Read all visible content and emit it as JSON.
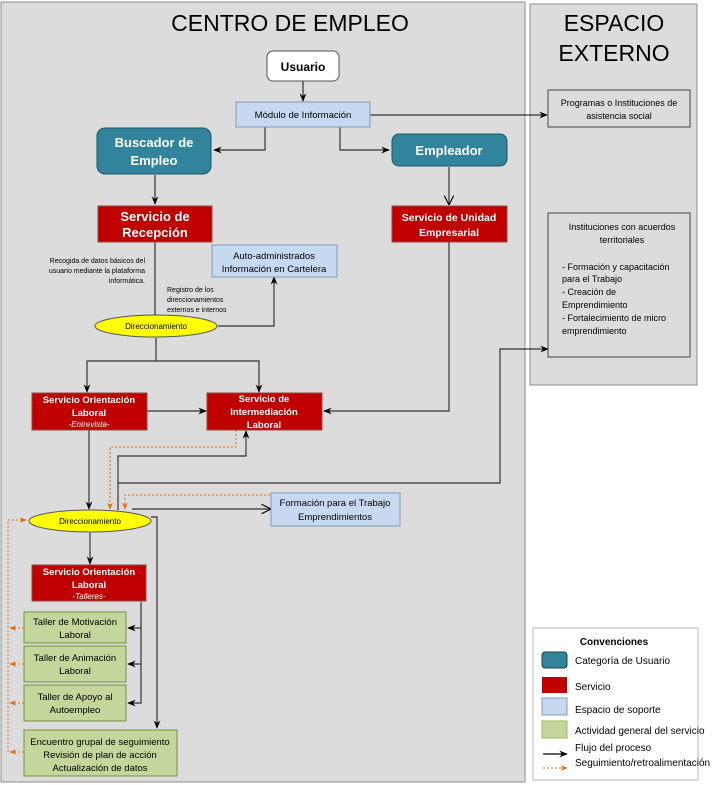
{
  "panels": {
    "centro": {
      "title": "CENTRO DE EMPLEO"
    },
    "externo": {
      "title_line1": "ESPACIO",
      "title_line2": "EXTERNO"
    }
  },
  "nodes": {
    "usuario": "Usuario",
    "modulo_informacion": "Módulo de Información",
    "buscador": [
      "Buscador de",
      "Empleo"
    ],
    "empleador": "Empleador",
    "servicio_recepcion": [
      "Servicio de",
      "Recepción"
    ],
    "servicio_unidad_empresarial": [
      "Servicio de Unidad",
      "Empresarial"
    ],
    "auto_administrados": [
      "Auto-administrados",
      "Información en Cartelera"
    ],
    "nota_recogida": [
      "Recogida de datos básicos del",
      "usuario mediante la plataforma",
      "informática."
    ],
    "nota_registro": [
      "Registro de los",
      "direccionamientos",
      "externos e internos"
    ],
    "direccionamiento_1": "Direccionamiento",
    "orientacion_entrevista": [
      "Servicio Orientación",
      "Laboral",
      "-Entrevista-"
    ],
    "intermediacion": [
      "Servicio de",
      "Intermediación",
      "Laboral"
    ],
    "direccionamiento_2": "Direccionamiento",
    "formacion_trabajo": [
      "Formación para el Trabajo",
      "Emprendimientos"
    ],
    "orientacion_talleres": [
      "Servicio Orientación",
      "Laboral",
      "-Talleres-"
    ],
    "taller_motivacion": [
      "Taller de Motivación",
      "Laboral"
    ],
    "taller_animacion": [
      "Taller de Animación",
      "Laboral"
    ],
    "taller_apoyo": [
      "Taller de Apoyo al",
      "Autoempleo"
    ],
    "encuentro": [
      "Encuentro grupal de seguimiento",
      "Revisión de plan de acción",
      "Actualización de datos"
    ],
    "programas_asistencia": [
      "Programas o Instituciones de",
      "asistencia social"
    ],
    "instituciones_acuerdos": {
      "title": [
        "Instituciones con acuerdos",
        "territoriales"
      ],
      "items": [
        "- Formación y capacitación",
        "para el Trabajo",
        "- Creación de",
        "Emprendimiento",
        "- Fortalecimiento de  micro",
        "emprendimiento"
      ]
    }
  },
  "legend": {
    "title": "Convenciones",
    "items": [
      {
        "label": "Categoría de Usuario",
        "color": "#31849b"
      },
      {
        "label": "Servicio",
        "color": "#c00000"
      },
      {
        "label": "Espacio de soporte",
        "color": "#c6d9f1"
      },
      {
        "label": "Actividad general del servicio",
        "color": "#c3d69b"
      },
      {
        "label": "Flujo del proceso",
        "line": "solid",
        "color": "#000000"
      },
      {
        "label": "Seguimiento/retroalimentación",
        "line": "dashed",
        "color": "#e46c0a"
      }
    ]
  },
  "colors": {
    "panel_bg": "#dcdcdc",
    "user_category": "#31849b",
    "service": "#c00000",
    "support": "#c6d9f1",
    "activity": "#c3d69b",
    "decision": "#ffff00",
    "feedback": "#e46c0a"
  }
}
